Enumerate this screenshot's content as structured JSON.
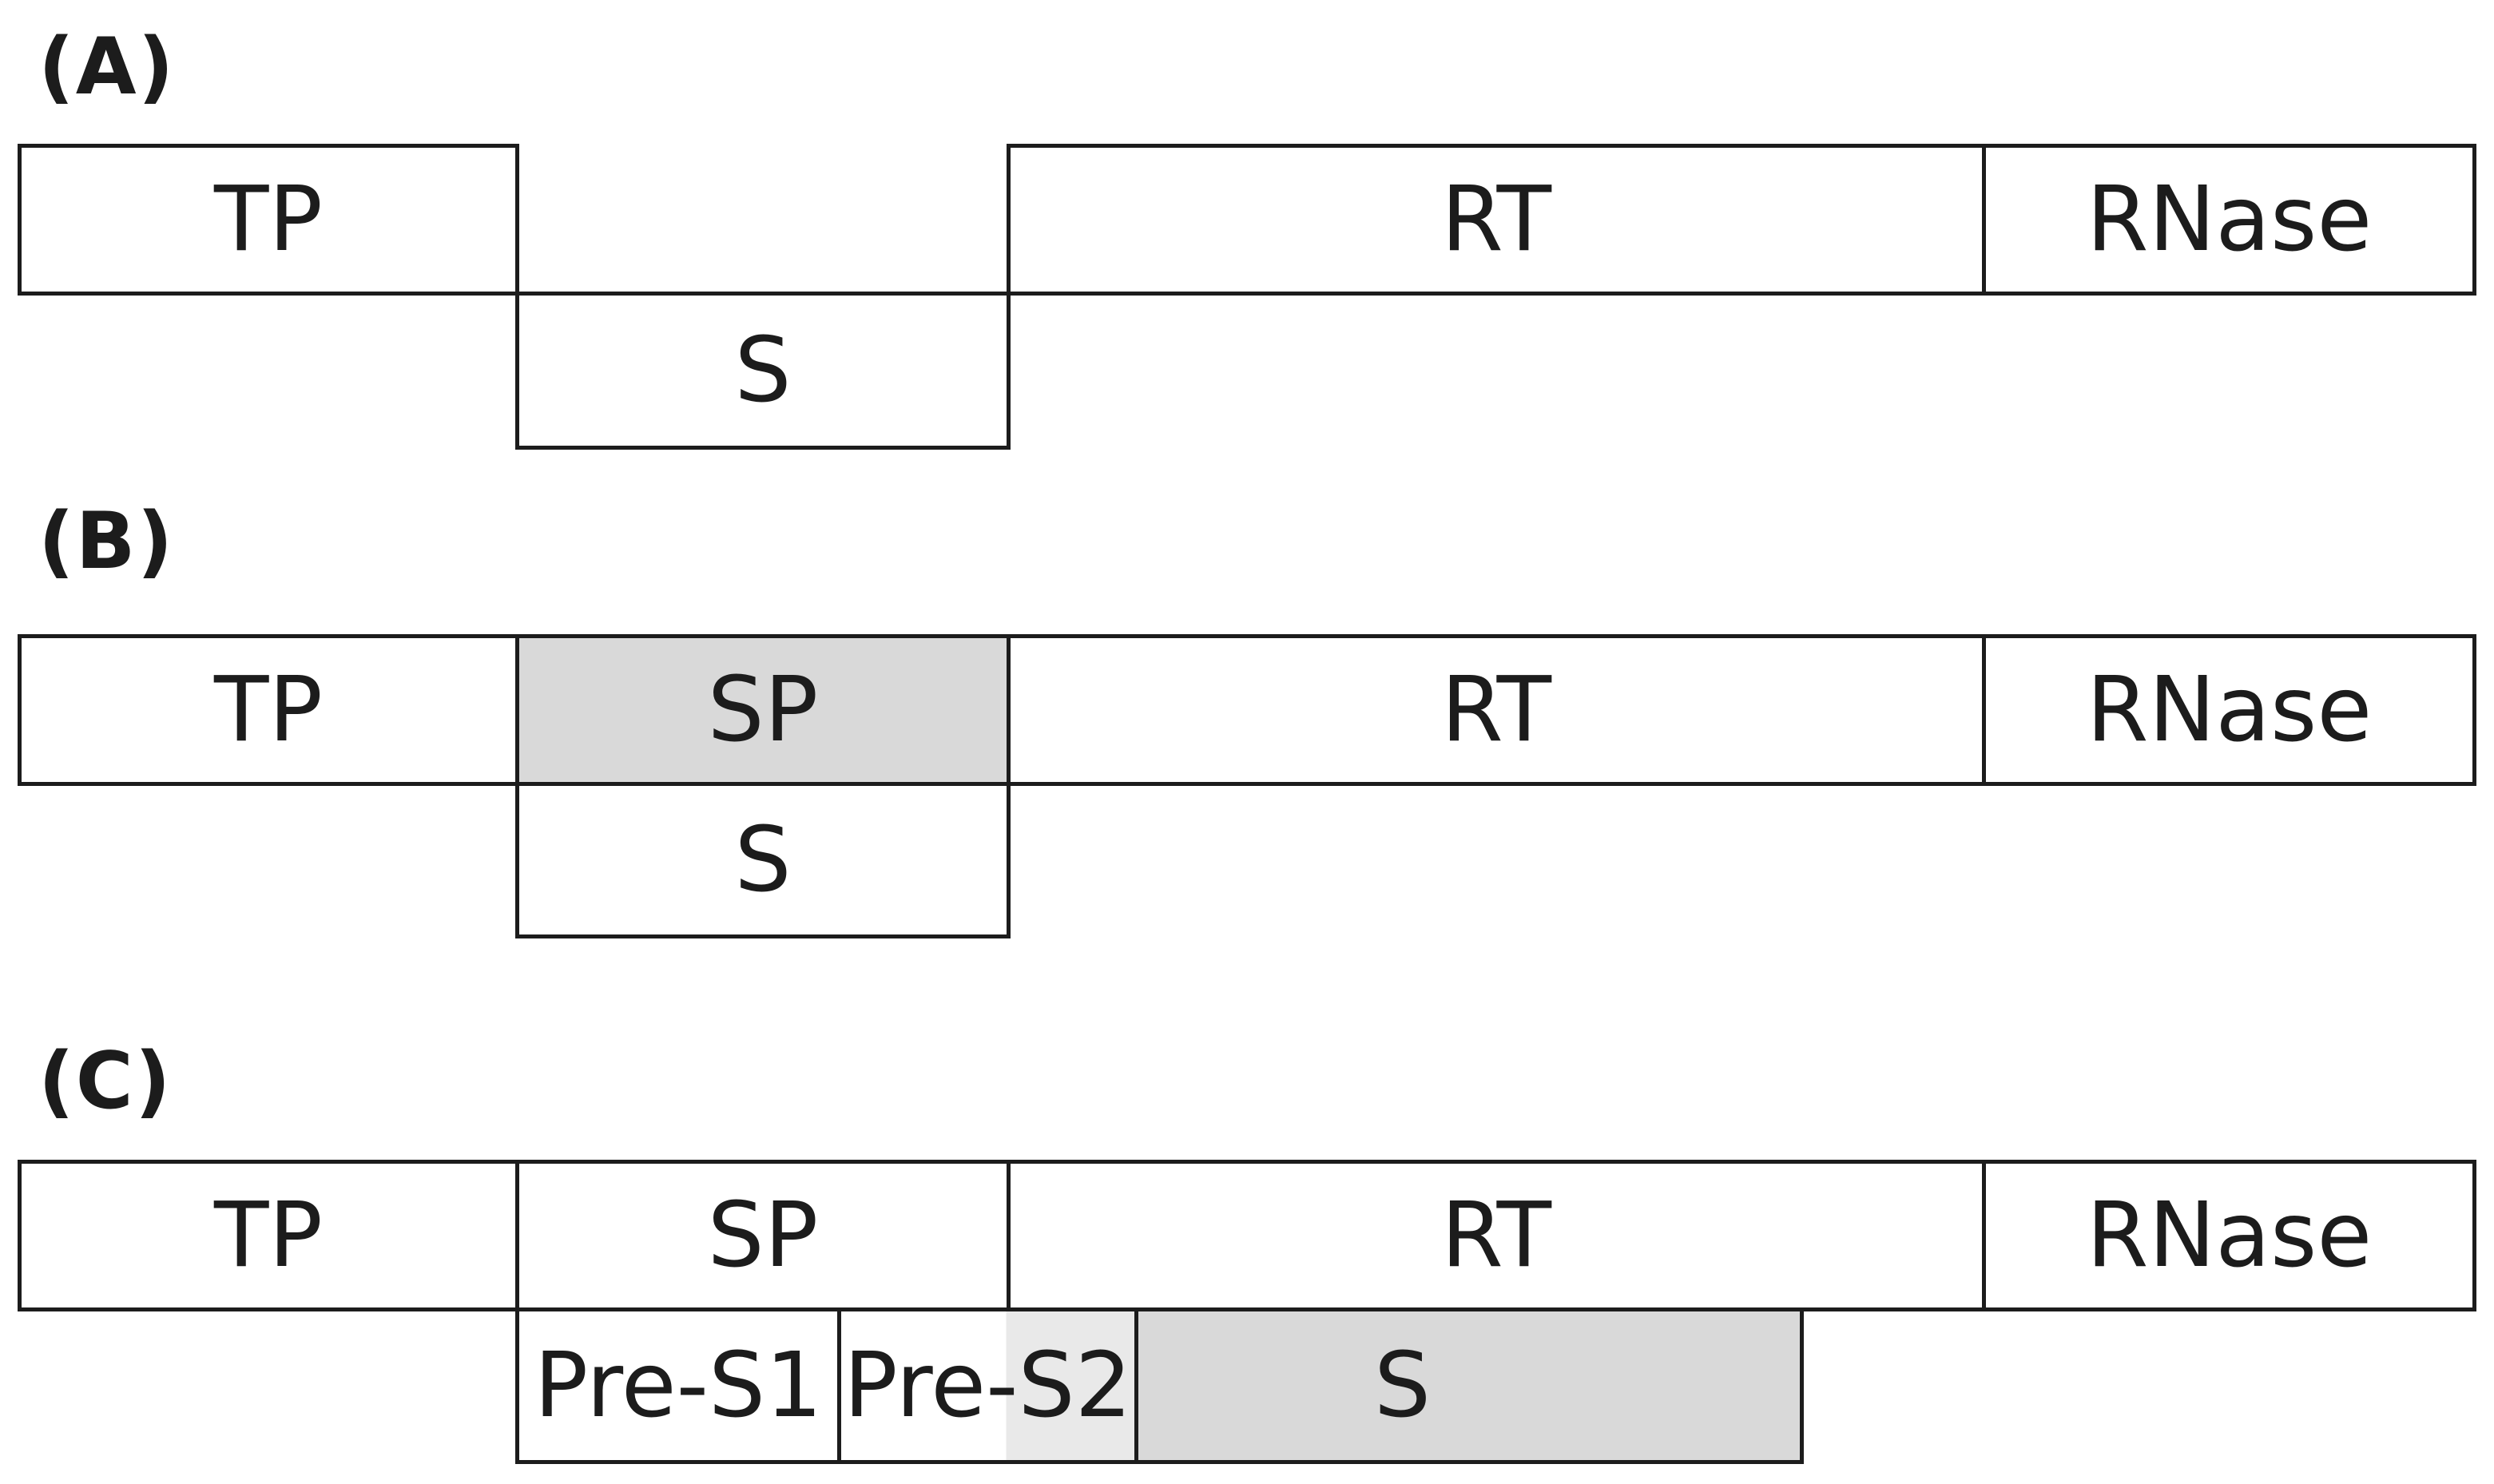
{
  "figure": {
    "panels": [
      {
        "label": "(A)",
        "bar": {
          "tp": "TP",
          "rt": "RT",
          "rnase": "RNase"
        },
        "below": {
          "s": "S"
        }
      },
      {
        "label": "(B)",
        "bar": {
          "tp": "TP",
          "sp": "SP",
          "rt": "RT",
          "rnase": "RNase"
        },
        "below": {
          "s": "S"
        }
      },
      {
        "label": "(C)",
        "bar": {
          "tp": "TP",
          "sp": "SP",
          "rt": "RT",
          "rnase": "RNase"
        },
        "below": {
          "pre_s1": "Pre-S1",
          "pre_s2": "Pre-S2",
          "s": "S"
        }
      }
    ],
    "colors": {
      "background": "#ffffff",
      "line": "#1c1c1c",
      "text": "#1c1c1c",
      "shaded": "#d9d9d9",
      "shaded_light": "#e9e9e9"
    }
  }
}
